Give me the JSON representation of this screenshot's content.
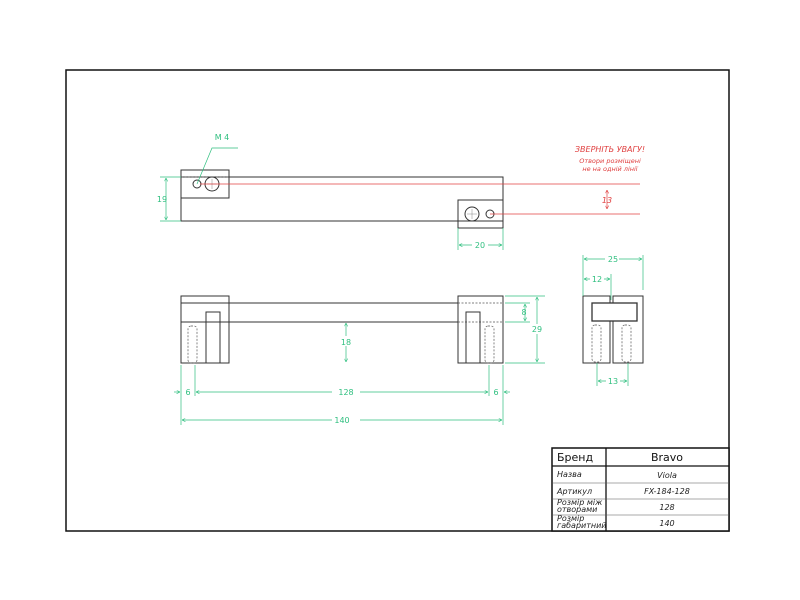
{
  "drawing": {
    "thread_label": "M 4",
    "warning_title": "ЗВЕРНІТЬ УВАГУ!",
    "warning_line1": "Отвори розміщені",
    "warning_line2": "не на одній лінії",
    "dims": {
      "height_top": "19",
      "offset": "13",
      "block_width": "20",
      "side_width": "25",
      "side_half": "12",
      "side_holes": "13",
      "block_height": "29",
      "bar_thickness": "8",
      "bar_clearance": "18",
      "edge_left": "6",
      "edge_right": "6",
      "hole_spacing": "128",
      "overall_length": "140"
    }
  },
  "title_block": {
    "brand_label": "Бренд",
    "brand_value": "Bravo",
    "rows": [
      {
        "label": "Назва",
        "value": "Viola"
      },
      {
        "label": "Артикул",
        "value": "FX-184-128"
      },
      {
        "label1": "Розмір між",
        "label2": "отворами",
        "value": "128"
      },
      {
        "label1": "Розмір",
        "label2": "габаритний",
        "value": "140"
      }
    ]
  },
  "colors": {
    "dimension": "#2fbf7f",
    "warning": "#e04040"
  }
}
